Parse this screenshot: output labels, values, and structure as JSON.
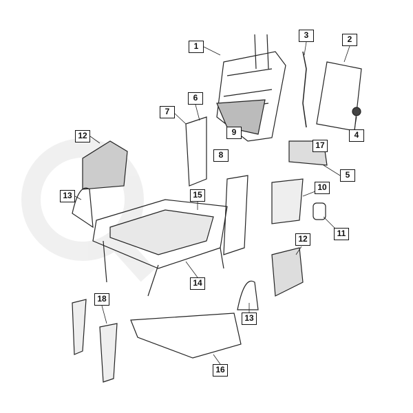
{
  "diagram": {
    "callouts": [
      {
        "id": "c1",
        "label": "1"
      },
      {
        "id": "c2",
        "label": "2"
      },
      {
        "id": "c3",
        "label": "3"
      },
      {
        "id": "c4",
        "label": "4"
      },
      {
        "id": "c5",
        "label": "5"
      },
      {
        "id": "c6",
        "label": "6"
      },
      {
        "id": "c7",
        "label": "7"
      },
      {
        "id": "c8",
        "label": "8"
      },
      {
        "id": "c9",
        "label": "9"
      },
      {
        "id": "c10",
        "label": "10"
      },
      {
        "id": "c11",
        "label": "11"
      },
      {
        "id": "c12a",
        "label": "12"
      },
      {
        "id": "c12b",
        "label": "12"
      },
      {
        "id": "c13a",
        "label": "13"
      },
      {
        "id": "c13b",
        "label": "13"
      },
      {
        "id": "c14",
        "label": "14"
      },
      {
        "id": "c15",
        "label": "15"
      },
      {
        "id": "c16",
        "label": "16"
      },
      {
        "id": "c17",
        "label": "17"
      },
      {
        "id": "c18",
        "label": "18"
      }
    ],
    "colors": {
      "line": "#222222",
      "watermark": "#e6e6e6",
      "watermark_accent": "#f3caca"
    }
  }
}
